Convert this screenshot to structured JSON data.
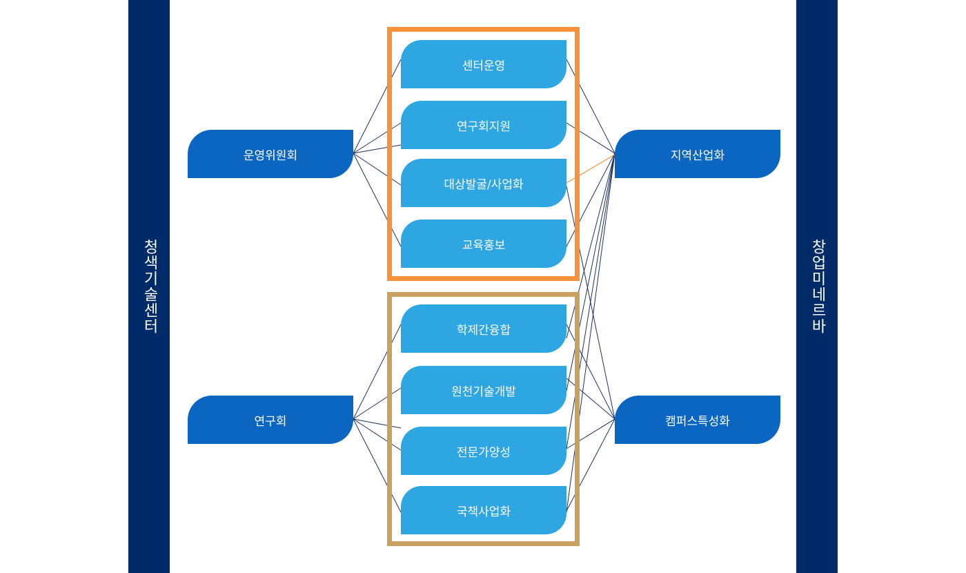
{
  "left_bar": {
    "label": "청색기술센터"
  },
  "right_bar": {
    "label": "창업미네르바"
  },
  "left_nodes": [
    {
      "label": "운영위원회"
    },
    {
      "label": "연구회"
    }
  ],
  "middle_top": [
    {
      "label": "센터운영"
    },
    {
      "label": "연구회지원"
    },
    {
      "label": "대상발굴/사업화"
    },
    {
      "label": "교육홍보"
    }
  ],
  "middle_bottom": [
    {
      "label": "학제간융합"
    },
    {
      "label": "원천기술개발"
    },
    {
      "label": "전문가양성"
    },
    {
      "label": "국책사업화"
    }
  ],
  "right_nodes": [
    {
      "label": "지역산업화"
    },
    {
      "label": "캠퍼스특성화"
    }
  ],
  "colors": {
    "bar": "#002b69",
    "node_dark": "#0a66c0",
    "node_light": "#2ea6e2",
    "frame_top": "#f7923a",
    "frame_bottom": "#c8a060",
    "line": "#1b2f5e",
    "highlight_line": "#f7923a"
  }
}
